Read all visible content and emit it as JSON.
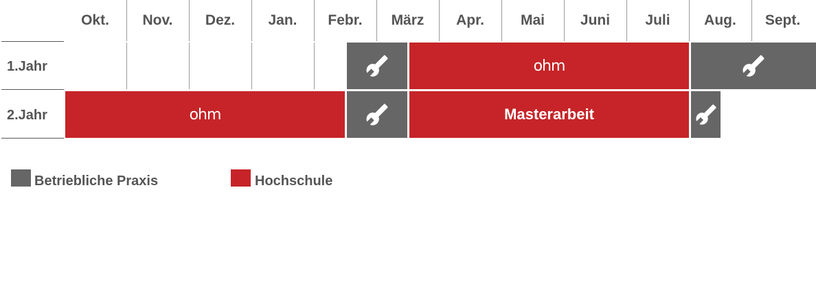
{
  "months": [
    "Okt.",
    "Nov.",
    "Dez.",
    "Jan.",
    "Febr.",
    "März",
    "Apr.",
    "Mai",
    "Juni",
    "Juli",
    "Aug.",
    "Sept."
  ],
  "rows": [
    {
      "label": "1.Jahr"
    },
    {
      "label": "2.Jahr"
    }
  ],
  "blocks": {
    "y1_praxis_a": {
      "kind": "praxis",
      "icon": "wrench-icon"
    },
    "y1_hochschule": {
      "kind": "hochschule",
      "logo": "ohm"
    },
    "y1_praxis_b": {
      "kind": "praxis",
      "icon": "wrench-icon"
    },
    "y2_hochschule": {
      "kind": "hochschule",
      "logo": "ohm"
    },
    "y2_praxis_a": {
      "kind": "praxis",
      "icon": "wrench-icon"
    },
    "y2_masterarbeit": {
      "kind": "hochschule",
      "label": "Masterarbeit"
    },
    "y2_praxis_b": {
      "kind": "praxis",
      "icon": "wrench-icon"
    }
  },
  "legend": [
    {
      "label": "Betriebliche Praxis",
      "color": "#666666"
    },
    {
      "label": "Hochschule",
      "color": "#c62428"
    }
  ],
  "colors": {
    "praxis": "#666666",
    "hochschule": "#c62428",
    "text": "#555555"
  }
}
